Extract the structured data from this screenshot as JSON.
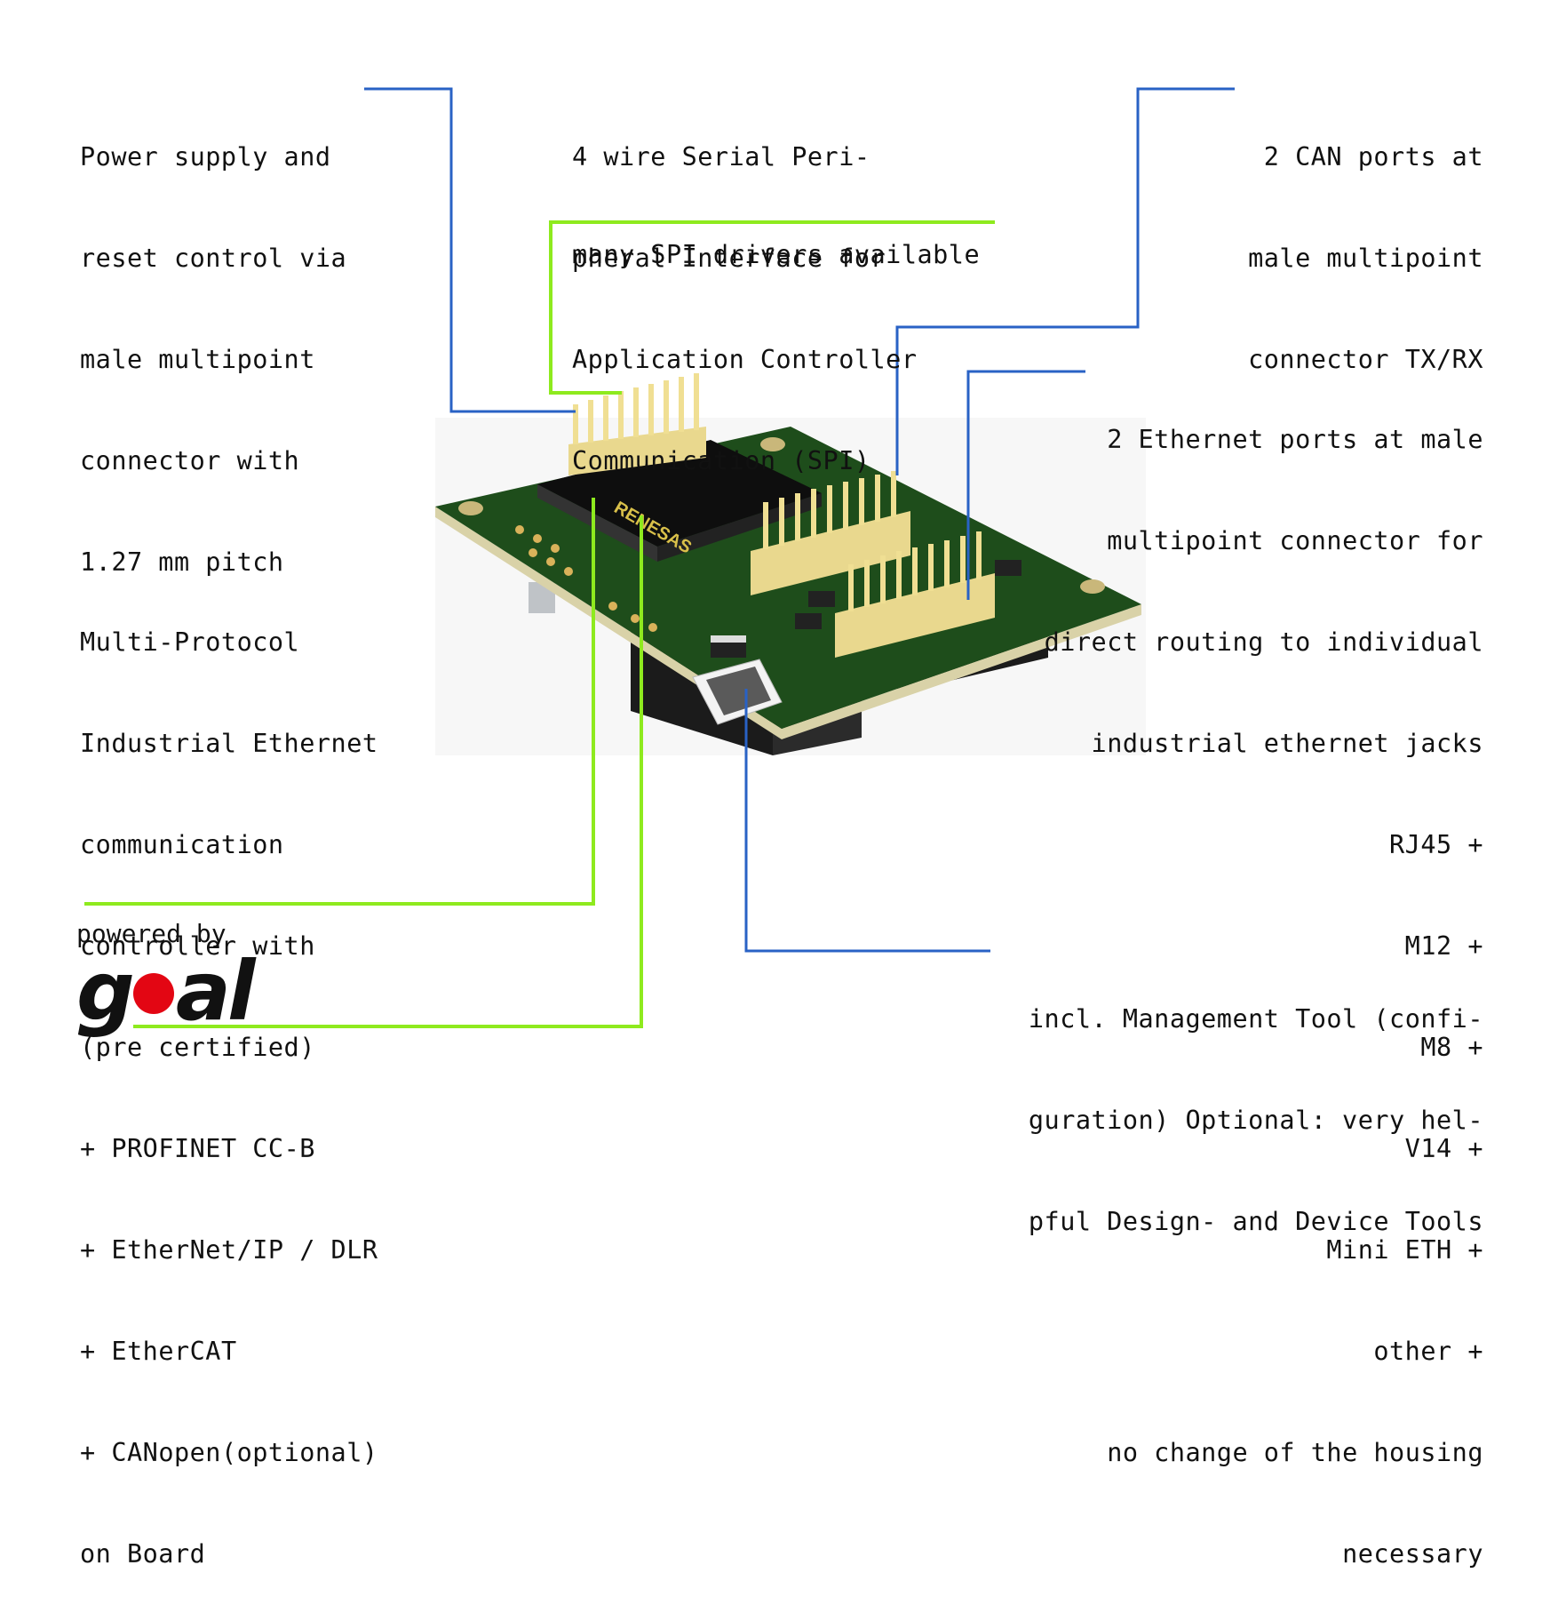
{
  "labels": {
    "power": [
      "Power supply and",
      "reset control via",
      "male multipoint",
      "connector with",
      "1.27 mm pitch"
    ],
    "spi": [
      "4 wire Serial Peri-",
      "pheral Interface for",
      "Application Controller",
      "Communication (SPI)"
    ],
    "spi_drivers": "many SPI drivers available",
    "can": [
      "2 CAN ports at",
      "male multipoint",
      "connector TX/RX"
    ],
    "ethernet": [
      "2 Ethernet ports at male",
      "multipoint connector for",
      "direct routing to individual",
      "industrial ethernet jacks"
    ],
    "jacks": [
      "RJ45",
      "M12",
      "M8",
      "V14",
      "Mini ETH",
      "other"
    ],
    "housing": [
      "no change of the housing",
      "necessary"
    ],
    "controller": [
      "Multi-Protocol",
      "Industrial Ethernet",
      "communication",
      "controller with",
      "(pre certified)"
    ],
    "protocols": [
      "PROFINET CC-B",
      "EtherNet/IP / DLR",
      "EtherCAT",
      "CANopen(optional)"
    ],
    "on_board": "on Board",
    "management": [
      "incl. Management Tool (confi-",
      "guration) Optional: very hel-",
      "pful Design- and Device Tools"
    ],
    "plus_symbol": "+",
    "powered_by": "powered by",
    "logo_text": "goal"
  },
  "colors": {
    "blue_line": "#2962c5",
    "green_line": "#8eea1e",
    "pcb": "#1e4d1b",
    "pin": "#f0df93",
    "logo_dot": "#e30613"
  }
}
